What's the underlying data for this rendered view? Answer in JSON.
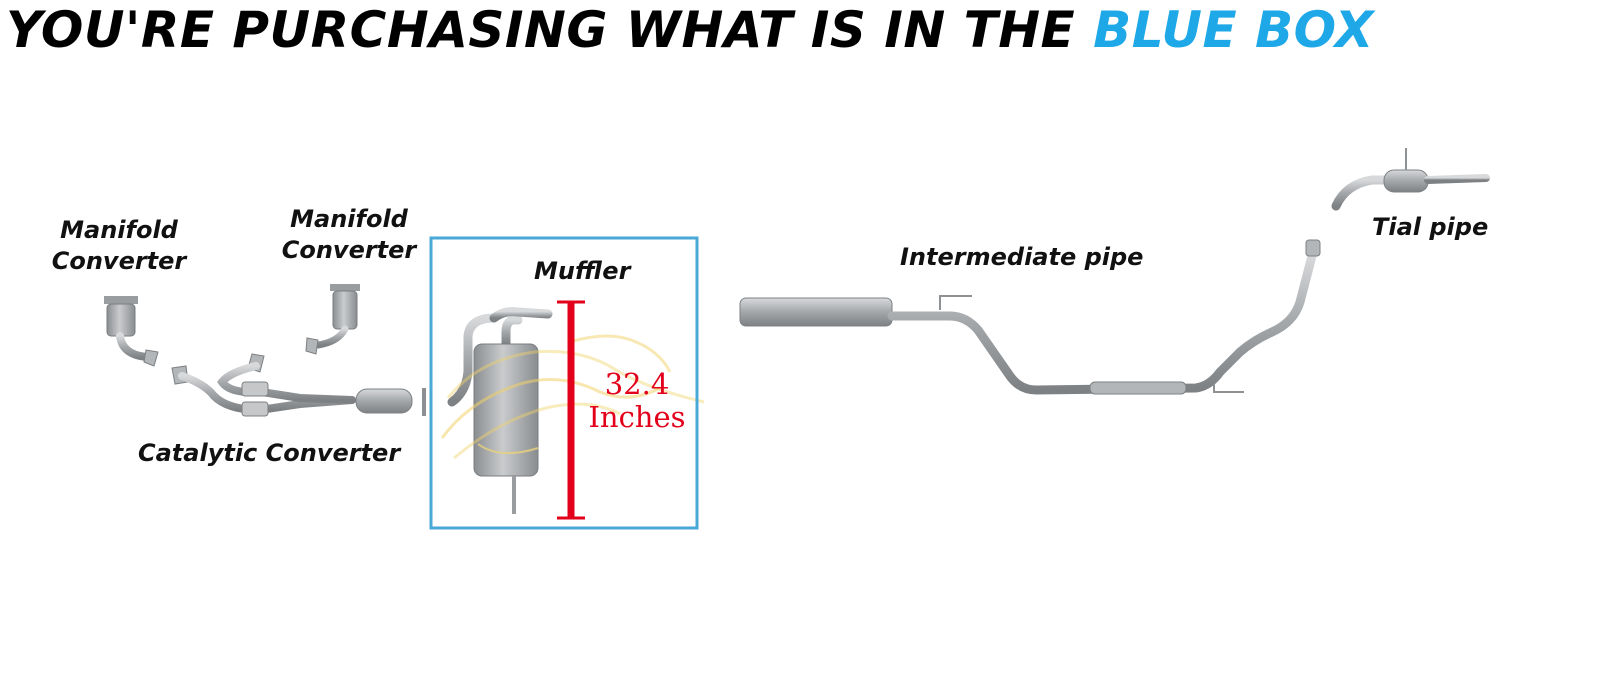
{
  "headline": {
    "text": "YOU'RE PURCHASING WHAT IS IN THE",
    "accent": "BLUE BOX"
  },
  "colors": {
    "accent": "#1ea8e8",
    "box_border": "#4aa8d8",
    "measure": "#e3001b",
    "part_metal": "#a2a5a8"
  },
  "labels": {
    "manifold_converter_left": [
      "Manifold",
      "Converter"
    ],
    "manifold_converter_right": [
      "Manifold",
      "Converter"
    ],
    "catalytic_converter": "Catalytic Converter",
    "muffler": "Muffler",
    "intermediate_pipe": "Intermediate pipe",
    "tail_pipe": "Tial pipe"
  },
  "measurement": {
    "value": "32.4",
    "unit": "Inches"
  }
}
